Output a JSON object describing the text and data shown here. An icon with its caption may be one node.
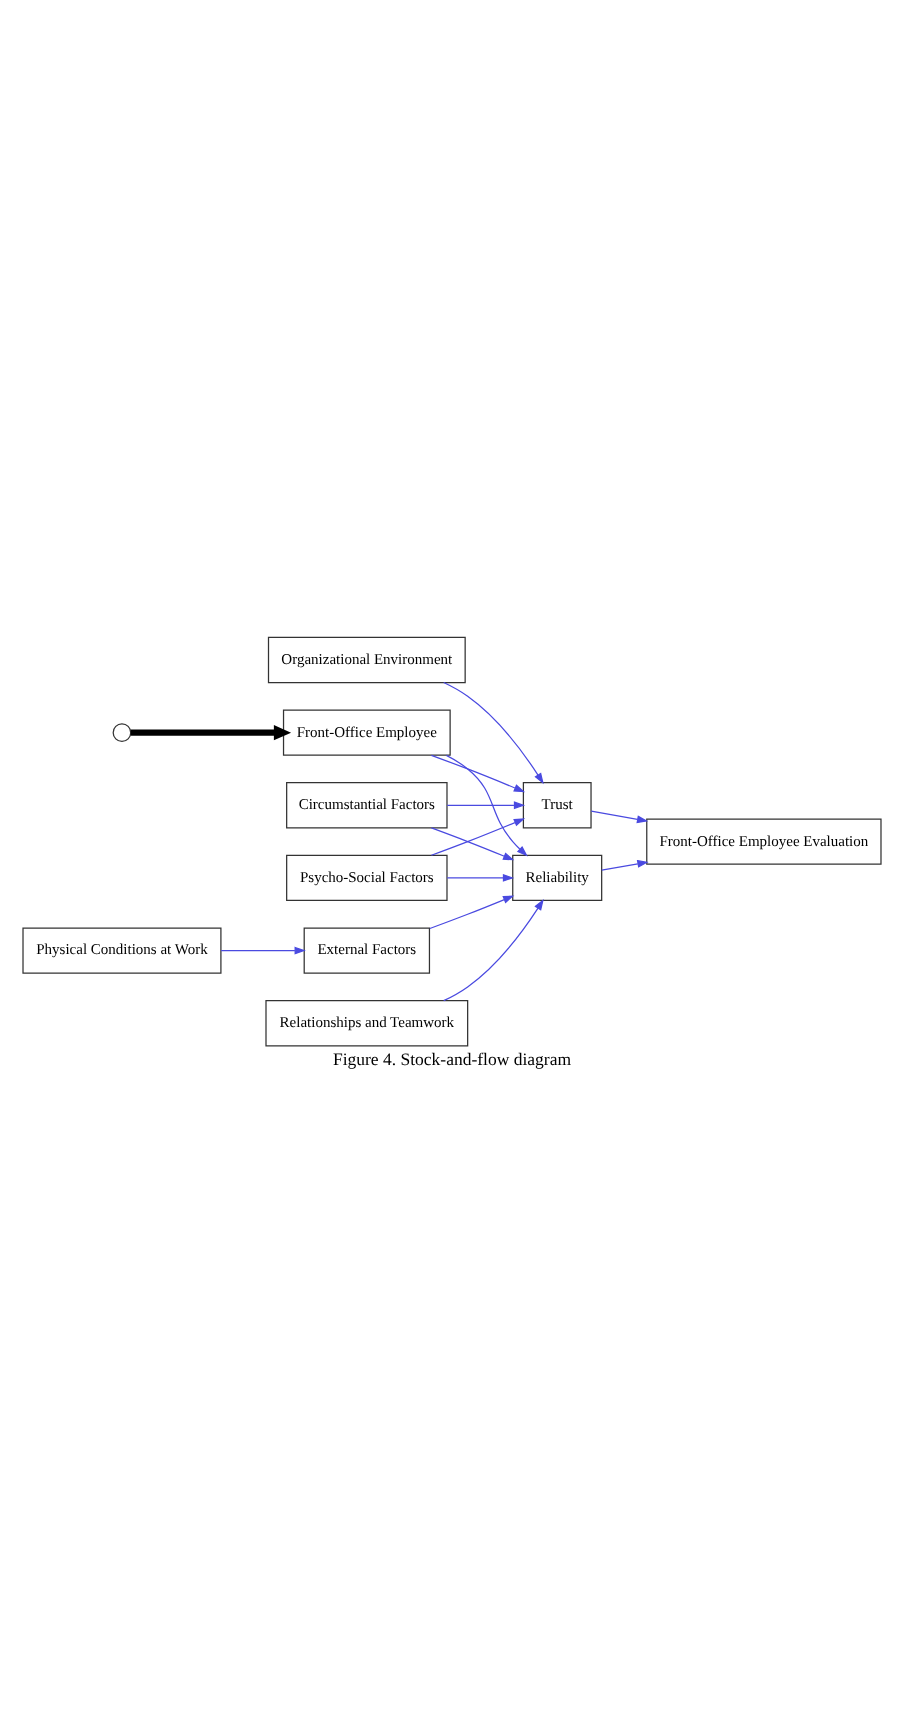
{
  "diagram": {
    "caption": "Figure 4. Stock-and-flow diagram",
    "nodes": [
      {
        "text": [],
        "shape": "circle"
      },
      {
        "text": [
          "Front-Office Employee Evaluation"
        ]
      },
      {
        "text": [
          "Front-Office Employee"
        ]
      },
      {
        "text": [
          "Trust"
        ]
      },
      {
        "text": [
          "Reliability"
        ]
      },
      {
        "text": [
          "External Factors"
        ]
      },
      {
        "text": [
          "Physical Conditions at Work"
        ]
      },
      {
        "text": [
          "Relationships and Teamwork"
        ]
      },
      {
        "text": [
          "Circumstantial Factors"
        ]
      },
      {
        "text": [
          "Psycho-Social Factors"
        ]
      },
      {
        "text": [
          "Organizational Environment"
        ]
      }
    ],
    "edges": [
      {
        "from": 0,
        "to": 2,
        "arrow": "to",
        "style": "thick",
        "color": "#000000"
      },
      {
        "from": 3,
        "to": 1,
        "arrow": "to"
      },
      {
        "from": 4,
        "to": 1,
        "arrow": "to"
      },
      {
        "from": 2,
        "to": 3,
        "arrow": "to"
      },
      {
        "from": 2,
        "to": 4,
        "arrow": "to"
      },
      {
        "from": 5,
        "to": 4,
        "arrow": "to"
      },
      {
        "from": 6,
        "to": 5,
        "arrow": "to"
      },
      {
        "from": 7,
        "to": 4,
        "arrow": "to"
      },
      {
        "from": 8,
        "to": 3,
        "arrow": "to"
      },
      {
        "from": 8,
        "to": 4,
        "arrow": "to"
      },
      {
        "from": 9,
        "to": 3,
        "arrow": "to"
      },
      {
        "from": 9,
        "to": 4,
        "arrow": "to"
      },
      {
        "from": 10,
        "to": 3,
        "arrow": "to"
      }
    ]
  }
}
